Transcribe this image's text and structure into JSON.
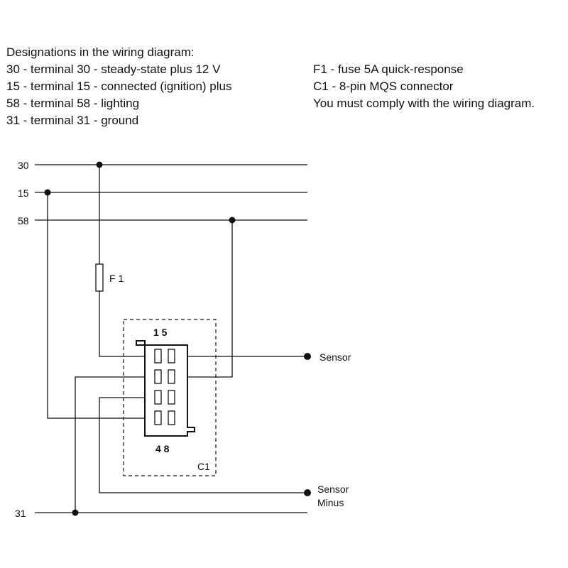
{
  "legend": {
    "heading": "Designations in the wiring diagram:",
    "left_lines": [
      "30 - terminal 30 - steady-state plus 12 V",
      "15 - terminal 15 - connected (ignition) plus",
      "58 - terminal 58 - lighting",
      "31 - terminal 31 - ground"
    ],
    "right_lines": [
      "F1 - fuse 5A quick-response",
      "C1 - 8-pin MQS connector",
      "You must comply with the wiring diagram."
    ]
  },
  "diagram": {
    "rail_labels": {
      "r30": "30",
      "r15": "15",
      "r58": "58",
      "r31": "31"
    },
    "fuse_label": "F 1",
    "connector_label": "C1",
    "pin_top": "1 5",
    "pin_bottom": "4 8",
    "sensor_label": "Sensor",
    "sensor_minus_label_1": "Sensor",
    "sensor_minus_label_2": "Minus"
  }
}
